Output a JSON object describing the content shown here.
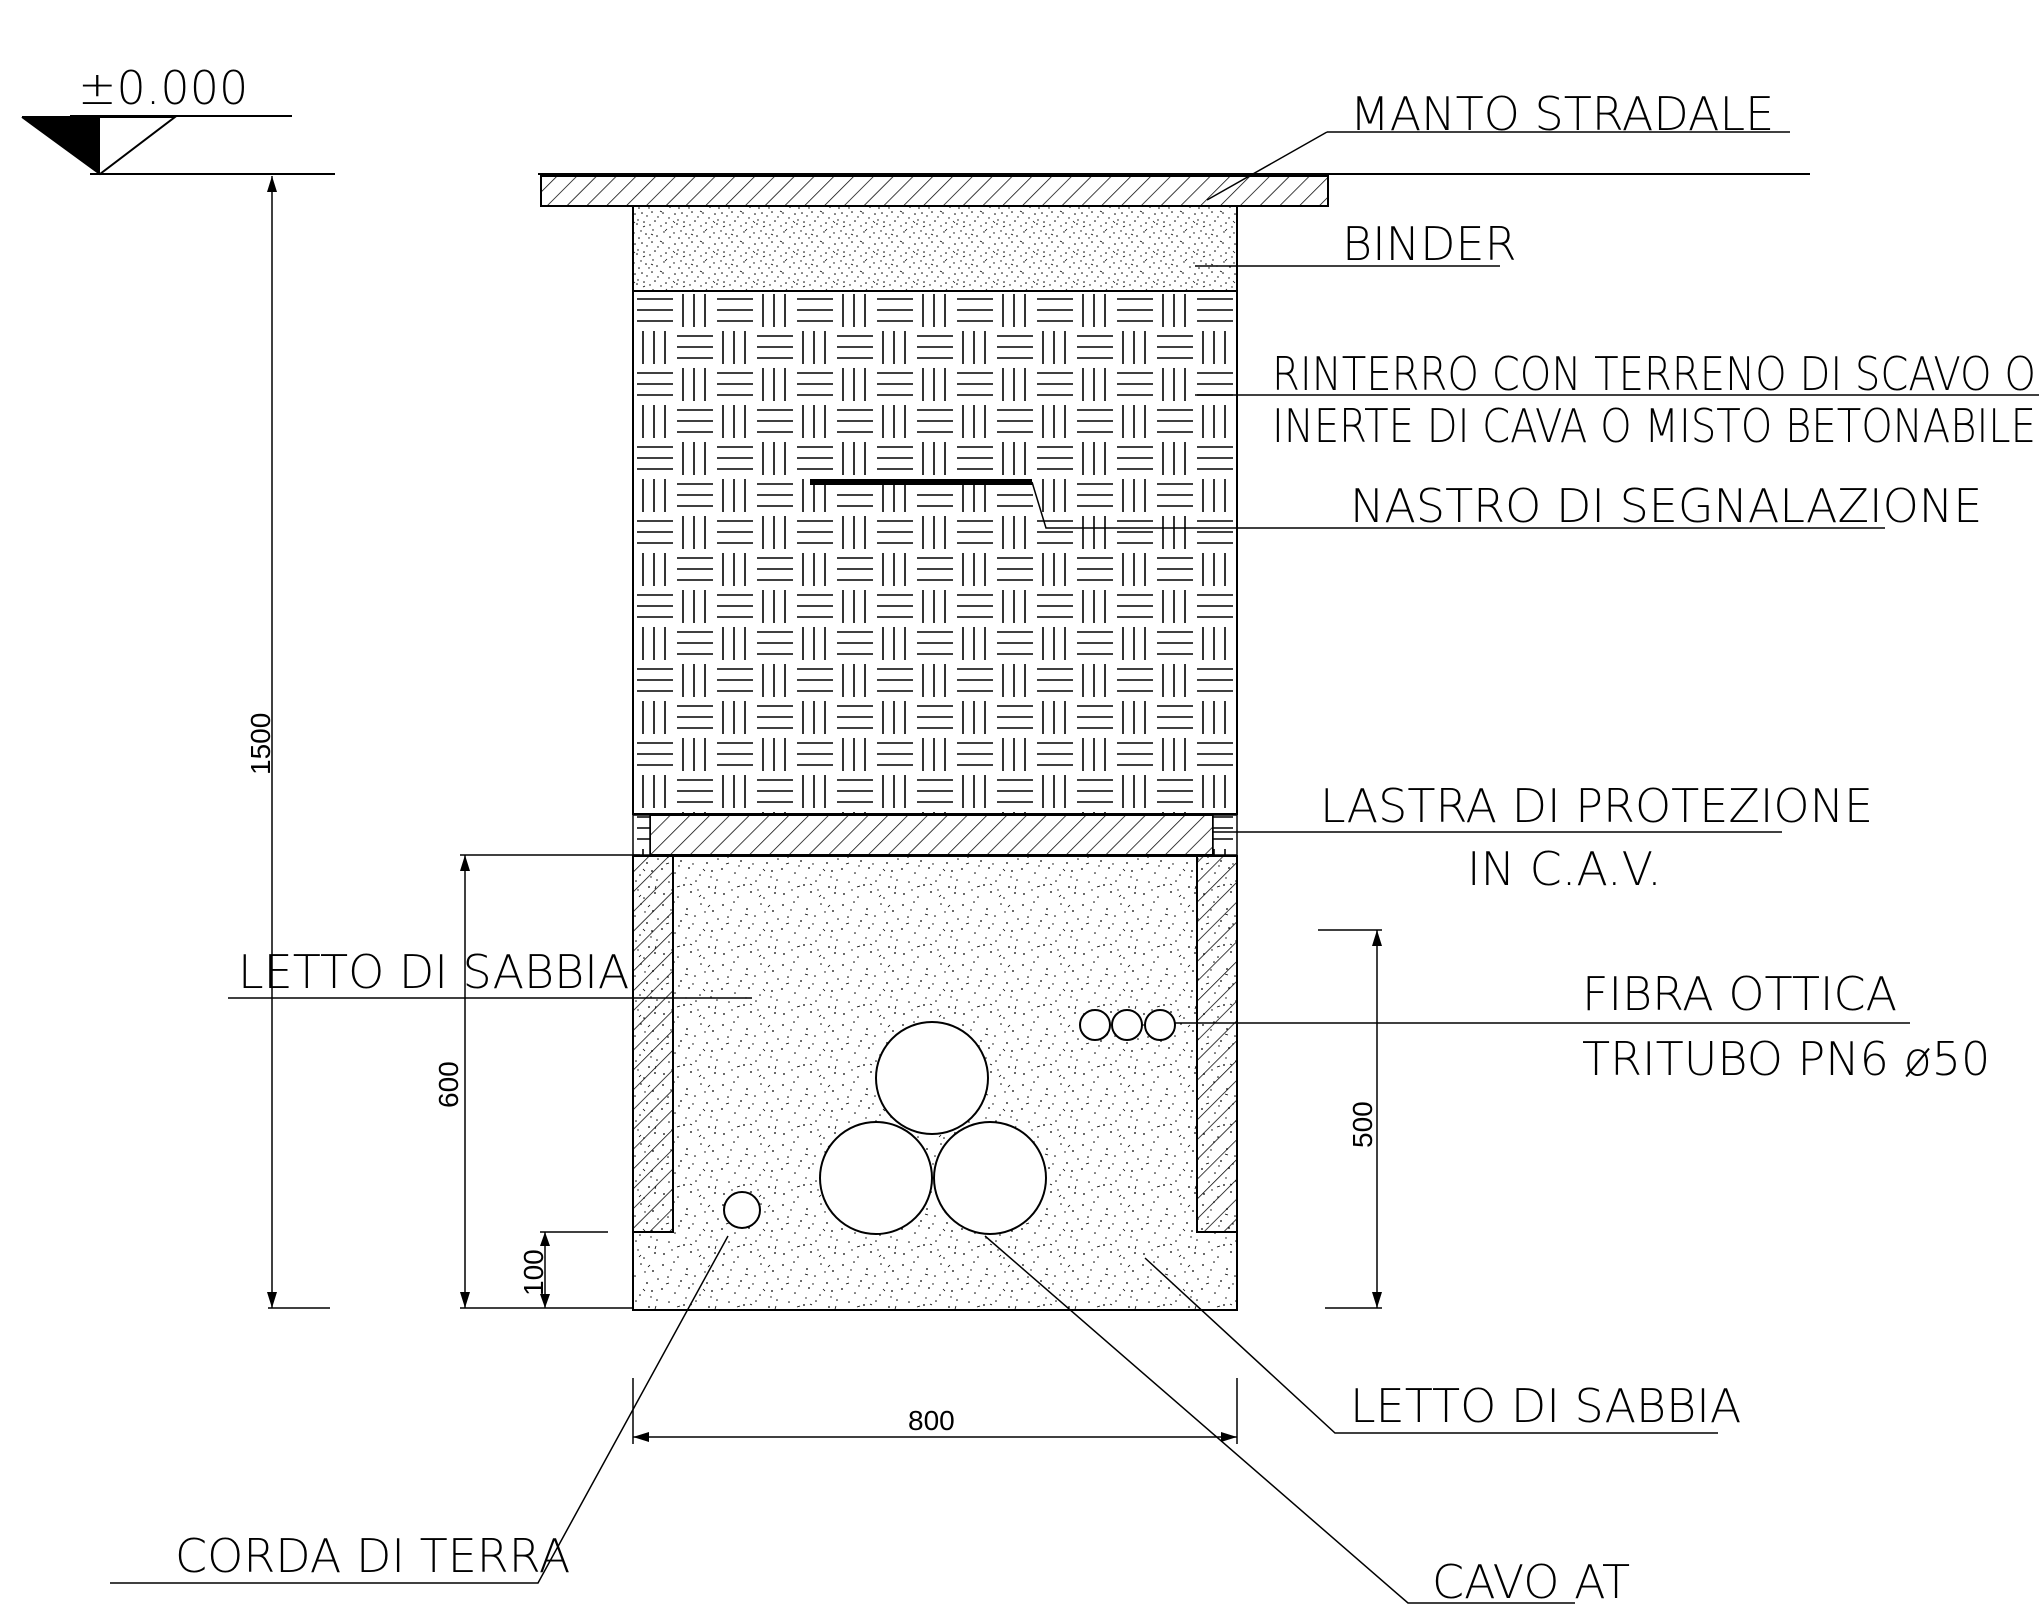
{
  "level_mark": "±0.000",
  "labels": {
    "manto_stradale": "MANTO STRADALE",
    "binder": "BINDER",
    "rinterro_line1": "RINTERRO CON TERRENO DI SCAVO O",
    "rinterro_line2": "INERTE DI CAVA O MISTO BETONABILE",
    "nastro": "NASTRO DI SEGNALAZIONE",
    "lastra_line1": "LASTRA DI PROTEZIONE",
    "lastra_line2": "IN C.A.V.",
    "letto_sabbia_left": "LETTO DI SABBIA",
    "fibra_line1": "FIBRA OTTICA",
    "fibra_line2": "TRITUBO PN6 ø50",
    "letto_sabbia_bottom": "LETTO DI SABBIA",
    "corda_terra": "CORDA DI TERRA",
    "cavo_at": "CAVO AT"
  },
  "dimensions": {
    "total_depth": "1500",
    "sand_bed_height": "600",
    "bottom_offset": "100",
    "cable_zone_height": "500",
    "trench_width": "800"
  },
  "colors": {
    "line": "#000000",
    "background": "#ffffff"
  }
}
